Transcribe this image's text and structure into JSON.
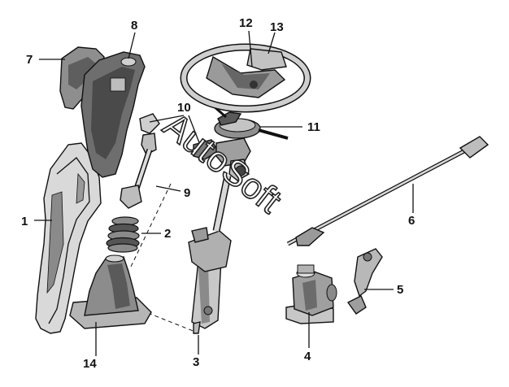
{
  "watermark": "AutoSoft",
  "colors": {
    "line": "#111111",
    "fill_light": "#e6e6e6",
    "fill_mid": "#bdbdbd",
    "fill_dark": "#6a6a6a"
  },
  "callouts": {
    "c1": "1",
    "c2": "2",
    "c3": "3",
    "c4": "4",
    "c5": "5",
    "c6": "6",
    "c7": "7",
    "c8": "8",
    "c9": "9",
    "c10": "10",
    "c11": "11",
    "c12": "12",
    "c13": "13",
    "c14": "14"
  }
}
